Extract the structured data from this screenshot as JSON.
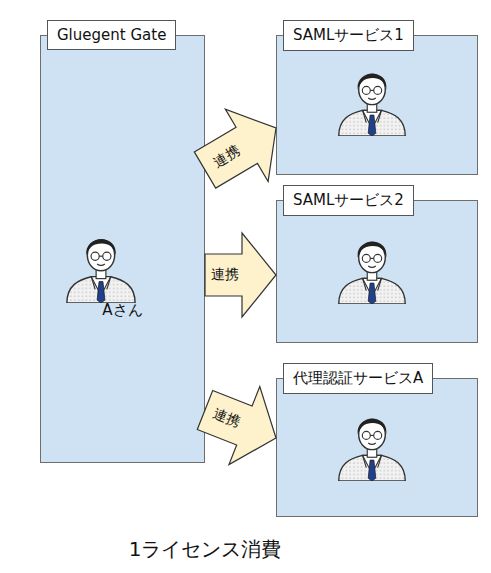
{
  "diagram": {
    "caption": "1ライセンス消費",
    "nodes": [
      {
        "text": [
          "Gluegent Gate",
          "Aさん"
        ]
      },
      {
        "text": [
          "SAMLサービス1"
        ]
      },
      {
        "text": [
          "SAMLサービス2"
        ]
      },
      {
        "text": [
          "代理認証サービスA"
        ]
      }
    ],
    "edges": [
      {
        "from": 0,
        "to": 1,
        "arrow": "to",
        "label": "連携"
      },
      {
        "from": 0,
        "to": 2,
        "arrow": "to",
        "label": "連携"
      },
      {
        "from": 0,
        "to": 3,
        "arrow": "to",
        "label": "連携"
      }
    ]
  }
}
